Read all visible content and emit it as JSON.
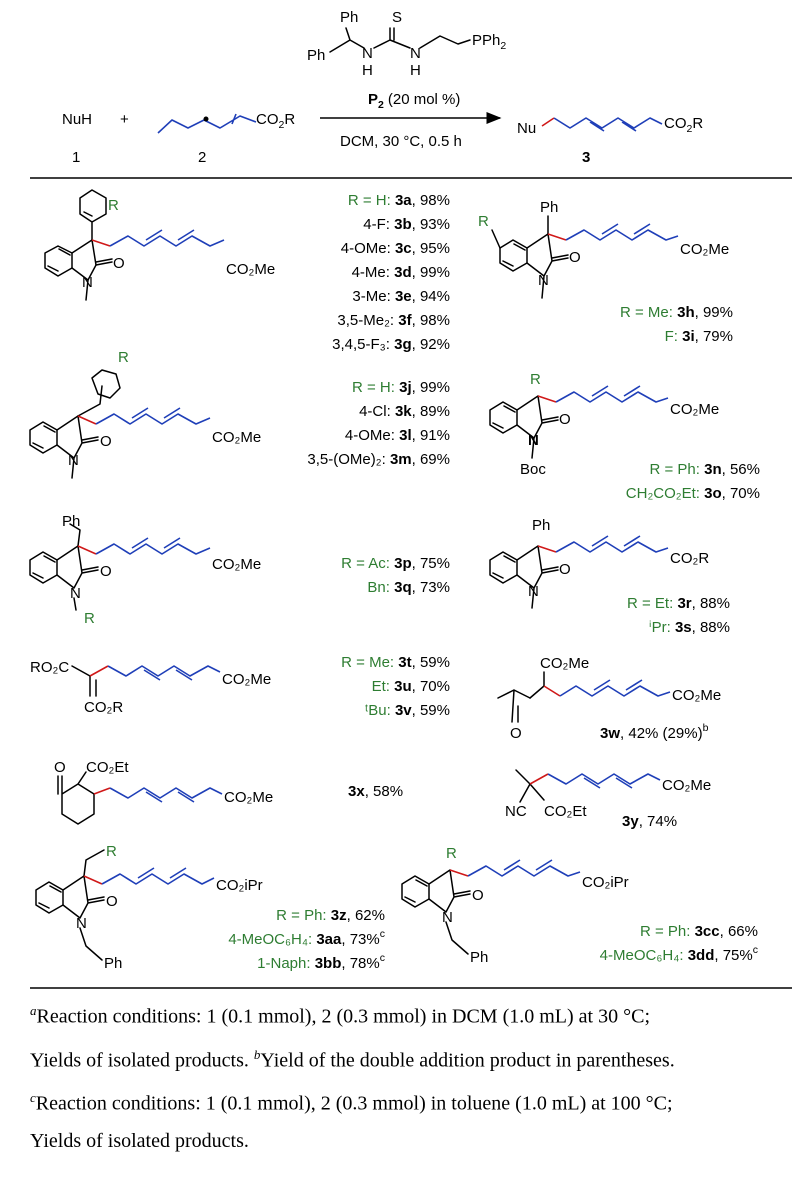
{
  "header": {
    "catalyst_ph_top": "Ph",
    "catalyst_ph_left": "Ph",
    "catalyst_s": "S",
    "catalyst_nh1": "N",
    "catalyst_h1": "H",
    "catalyst_nh2": "N",
    "catalyst_h2": "H",
    "catalyst_pph2": "PPh",
    "catalyst_pph2_sub": "2",
    "reagent_nuh": "NuH",
    "plus": "+",
    "allene_ester": "CO",
    "allene_ester_sub": "2",
    "allene_ester_r": "R",
    "catalyst_label": "P",
    "catalyst_label_sub": "2",
    "catalyst_loading": "(20 mol %)",
    "conditions": "DCM, 30 °C, 0.5 h",
    "product_nu": "Nu",
    "product_ester": "CO",
    "product_ester_sub": "2",
    "product_ester_r": "R",
    "compound_1": "1",
    "compound_2": "2",
    "compound_3": "3"
  },
  "entries": {
    "row1_left": [
      {
        "r": "R = H:",
        "id": "3a",
        "yield": "98%"
      },
      {
        "r": "4-F:",
        "id": "3b",
        "yield": "93%"
      },
      {
        "r": "4-OMe:",
        "id": "3c",
        "yield": "95%"
      },
      {
        "r": "4-Me:",
        "id": "3d",
        "yield": "99%"
      },
      {
        "r": "3-Me:",
        "id": "3e",
        "yield": "94%"
      },
      {
        "r": "3,5-Me₂:",
        "id": "3f",
        "yield": "98%"
      },
      {
        "r": "3,4,5-F₃:",
        "id": "3g",
        "yield": "92%"
      }
    ],
    "row1_right": [
      {
        "r": "R = Me:",
        "id": "3h",
        "yield": "99%"
      },
      {
        "r": "F:",
        "id": "3i",
        "yield": "79%"
      }
    ],
    "row2_left": [
      {
        "r": "R = H:",
        "id": "3j",
        "yield": "99%"
      },
      {
        "r": "4-Cl:",
        "id": "3k",
        "yield": "89%"
      },
      {
        "r": "4-OMe:",
        "id": "3l",
        "yield": "91%"
      },
      {
        "r": "3,5-(OMe)₂:",
        "id": "3m",
        "yield": "69%"
      }
    ],
    "row2_right": [
      {
        "r": "R = Ph:",
        "id": "3n",
        "yield": "56%"
      },
      {
        "r": "CH₂CO₂Et:",
        "id": "3o",
        "yield": "70%"
      }
    ],
    "row3_left": [
      {
        "r": "R = Ac:",
        "id": "3p",
        "yield": "75%"
      },
      {
        "r": "Bn:",
        "id": "3q",
        "yield": "73%"
      }
    ],
    "row3_right": [
      {
        "r": "R = Et:",
        "id": "3r",
        "yield": "88%"
      },
      {
        "r": "ⁱPr:",
        "id": "3s",
        "yield": "88%"
      }
    ],
    "row4_left": [
      {
        "r": "R = Me:",
        "id": "3t",
        "yield": "59%"
      },
      {
        "r": "Et:",
        "id": "3u",
        "yield": "70%"
      },
      {
        "r": "ᵗBu:",
        "id": "3v",
        "yield": "59%"
      }
    ],
    "row4_right": {
      "id": "3w",
      "yield": "42% (29%)",
      "note": "b"
    },
    "row5_left": {
      "id": "3x",
      "yield": "58%"
    },
    "row5_right": {
      "id": "3y",
      "yield": "74%"
    },
    "row6_left": [
      {
        "r": "R = Ph:",
        "id": "3z",
        "yield": "62%",
        "note": ""
      },
      {
        "r": "4-MeOC₆H₄:",
        "id": "3aa",
        "yield": "73%",
        "note": "c"
      },
      {
        "r": "1-Naph:",
        "id": "3bb",
        "yield": "78%",
        "note": "c"
      }
    ],
    "row6_right": [
      {
        "r": "R = Ph:",
        "id": "3cc",
        "yield": "66%",
        "note": ""
      },
      {
        "r": "4-MeOC₆H₄:",
        "id": "3dd",
        "yield": "75%",
        "note": "c"
      }
    ]
  },
  "structure_labels": {
    "n": "N",
    "o": "O",
    "r": "R",
    "ph": "Ph",
    "boc": "Boc",
    "co2me": "CO₂Me",
    "co2r": "CO₂R",
    "co2et": "CO₂Et",
    "co2ipr": "CO₂iPr",
    "ro2c": "RO₂C",
    "nc": "NC"
  },
  "footnotes": {
    "a_mark": "a",
    "a_text": "Reaction conditions: 1 (0.1 mmol), 2 (0.3 mmol) in DCM (1.0 mL) at 30 °C;",
    "a_text2": "Yields of isolated products.",
    "b_mark": "b",
    "b_text": "Yield of the double addition product in parentheses.",
    "c_mark": "c",
    "c_text": "Reaction conditions: 1 (0.1 mmol), 2 (0.3 mmol) in toluene (1.0 mL) at 100 °C;",
    "c_text2": "Yields of isolated products."
  },
  "colors": {
    "r_group": "#2e7d32",
    "dienoate": "#1f3fb8",
    "new_bond": "#d01818"
  }
}
